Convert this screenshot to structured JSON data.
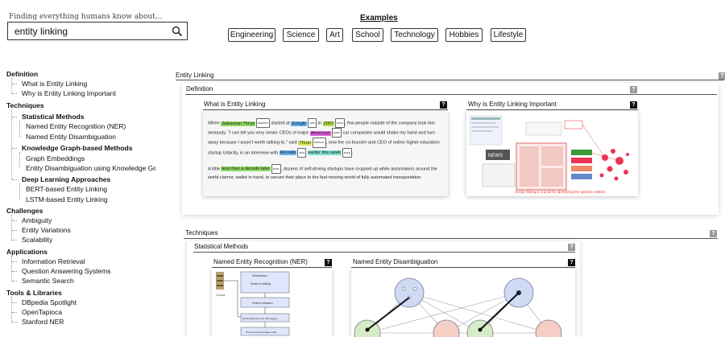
{
  "search": {
    "caption": "Finding everything humans know about...",
    "value": "entity linking"
  },
  "examples": {
    "title": "Examples",
    "buttons": [
      "Engineering",
      "Science",
      "Art",
      "School",
      "Technology",
      "Hobbies",
      "Lifestyle"
    ]
  },
  "sidebar": {
    "sections": [
      {
        "title": "Definition",
        "items": [
          "What is Entity Linking",
          "Why is Entity Linking Important"
        ]
      },
      {
        "title": "Techniques",
        "groups": [
          {
            "title": "Statistical Methods",
            "items": [
              "Named Entity Recognition (NER)",
              "Named Entity Disambiguation"
            ]
          },
          {
            "title": "Knowledge Graph-based Methods",
            "items": [
              "Graph Embeddings",
              "Entity Disambiguation using Knowledge Gra"
            ]
          },
          {
            "title": "Deep Learning Approaches",
            "items": [
              "BERT-based Entity Linking",
              "LSTM-based Entity Linking"
            ]
          }
        ]
      },
      {
        "title": "Challenges",
        "items": [
          "Ambiguity",
          "Entity Variations",
          "Scalability"
        ]
      },
      {
        "title": "Applications",
        "items": [
          "Information Retrieval",
          "Question Answering Systems",
          "Semantic Search"
        ]
      },
      {
        "title": "Tools & Libraries",
        "items": [
          "DBpedia Spotlight",
          "OpenTapioca",
          "Stanford NER"
        ]
      }
    ]
  },
  "main": {
    "topic": "Entity Linking",
    "definition": {
      "label": "Definition",
      "card1": {
        "title": "What is Entity Linking",
        "excerpt": {
          "p1": [
            "When ",
            "Sebastian Thrun",
            " started at ",
            "Google",
            " in ",
            "2007",
            ", few people outside of the company took him seriously. \"I can tell you very senior CEOs of major ",
            "American",
            " car companies would shake my hand and turn away because I wasn't worth talking to,\" said ",
            "Thrun",
            ", now the co-founder and CEO of online higher education startup Udacity, in an interview with ",
            "Recode",
            " ",
            "earlier this week",
            "."
          ],
          "p2": [
            "A little ",
            "less than a decade later",
            ", dozens of self-driving startups have cropped up while automakers around the world clamor, wallet in hand, to secure their place in the fast-moving world of fully automated transportation."
          ],
          "tags": {
            "person": "PERSON",
            "org": "ORG",
            "date": "DATE",
            "norp": "NORP"
          }
        }
      },
      "card2": {
        "title": "Why is Entity Linking Important",
        "caption": "Entity linking is crucial for identifying the specific entities",
        "news": "NEWS"
      }
    },
    "techniques": {
      "label": "Techniques",
      "statistical": {
        "label": "Statistical Methods",
        "card1": {
          "title": "Named Entity Recognition (NER)",
          "side_label": "Corpus",
          "flow": [
            "Observations",
            "Sentence splitting",
            "Feature extraction",
            "Model application and data tagging",
            "Post-processing tagged data"
          ]
        },
        "card2": {
          "title": "Named Entity Disambiguation"
        }
      }
    },
    "help_glyph": "?",
    "colors": {
      "person": "#8fdc63",
      "org": "#5fb3f5",
      "date": "#b8e04a",
      "norp": "#e05fdc",
      "gpe": "#d9e95a"
    }
  }
}
